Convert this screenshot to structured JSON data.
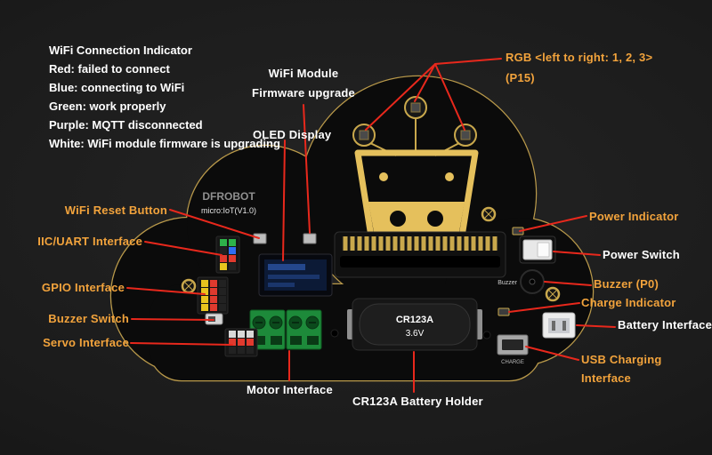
{
  "legend": {
    "title": "WiFi Connection Indicator",
    "lines": [
      "Red: failed to connect",
      "Blue: connecting to WiFi",
      "Green: work properly",
      "Purple: MQTT disconnected",
      "White: WiFi module firmware is upgrading"
    ]
  },
  "labels": {
    "wifi_module_fw_1": "WiFi Module",
    "wifi_module_fw_2": "Firmware upgrade",
    "oled": "OLED Display",
    "rgb": "RGB <left to right: 1, 2, 3>",
    "rgb_pin": "(P15)",
    "wifi_reset": "WiFi Reset Button",
    "iic_uart": "IIC/UART Interface",
    "gpio": "GPIO Interface",
    "buzzer_switch": "Buzzer Switch",
    "servo": "Servo Interface",
    "motor": "Motor Interface",
    "battery_holder": "CR123A Battery Holder",
    "power_indicator": "Power Indicator",
    "power_switch": "Power Switch",
    "buzzer": "Buzzer (P0)",
    "charge_indicator": "Charge Indicator",
    "battery_interface": "Battery Interface",
    "usb_charging_1": "USB Charging",
    "usb_charging_2": "Interface"
  },
  "board": {
    "brand": "DFROBOT",
    "model": "micro:IoT(V1.0)",
    "battery_text_1": "CR123A",
    "battery_text_2": "3.6V",
    "buzzer_silk": "Buzzer",
    "charge_silk": "CHARGE"
  },
  "colors": {
    "background": "#1b1b1b",
    "board": "#0b0b0b",
    "gold": "#c9a84c",
    "annotation_line": "#e8281c",
    "label_orange": "#f2a33c",
    "label_white": "#ffffff"
  }
}
